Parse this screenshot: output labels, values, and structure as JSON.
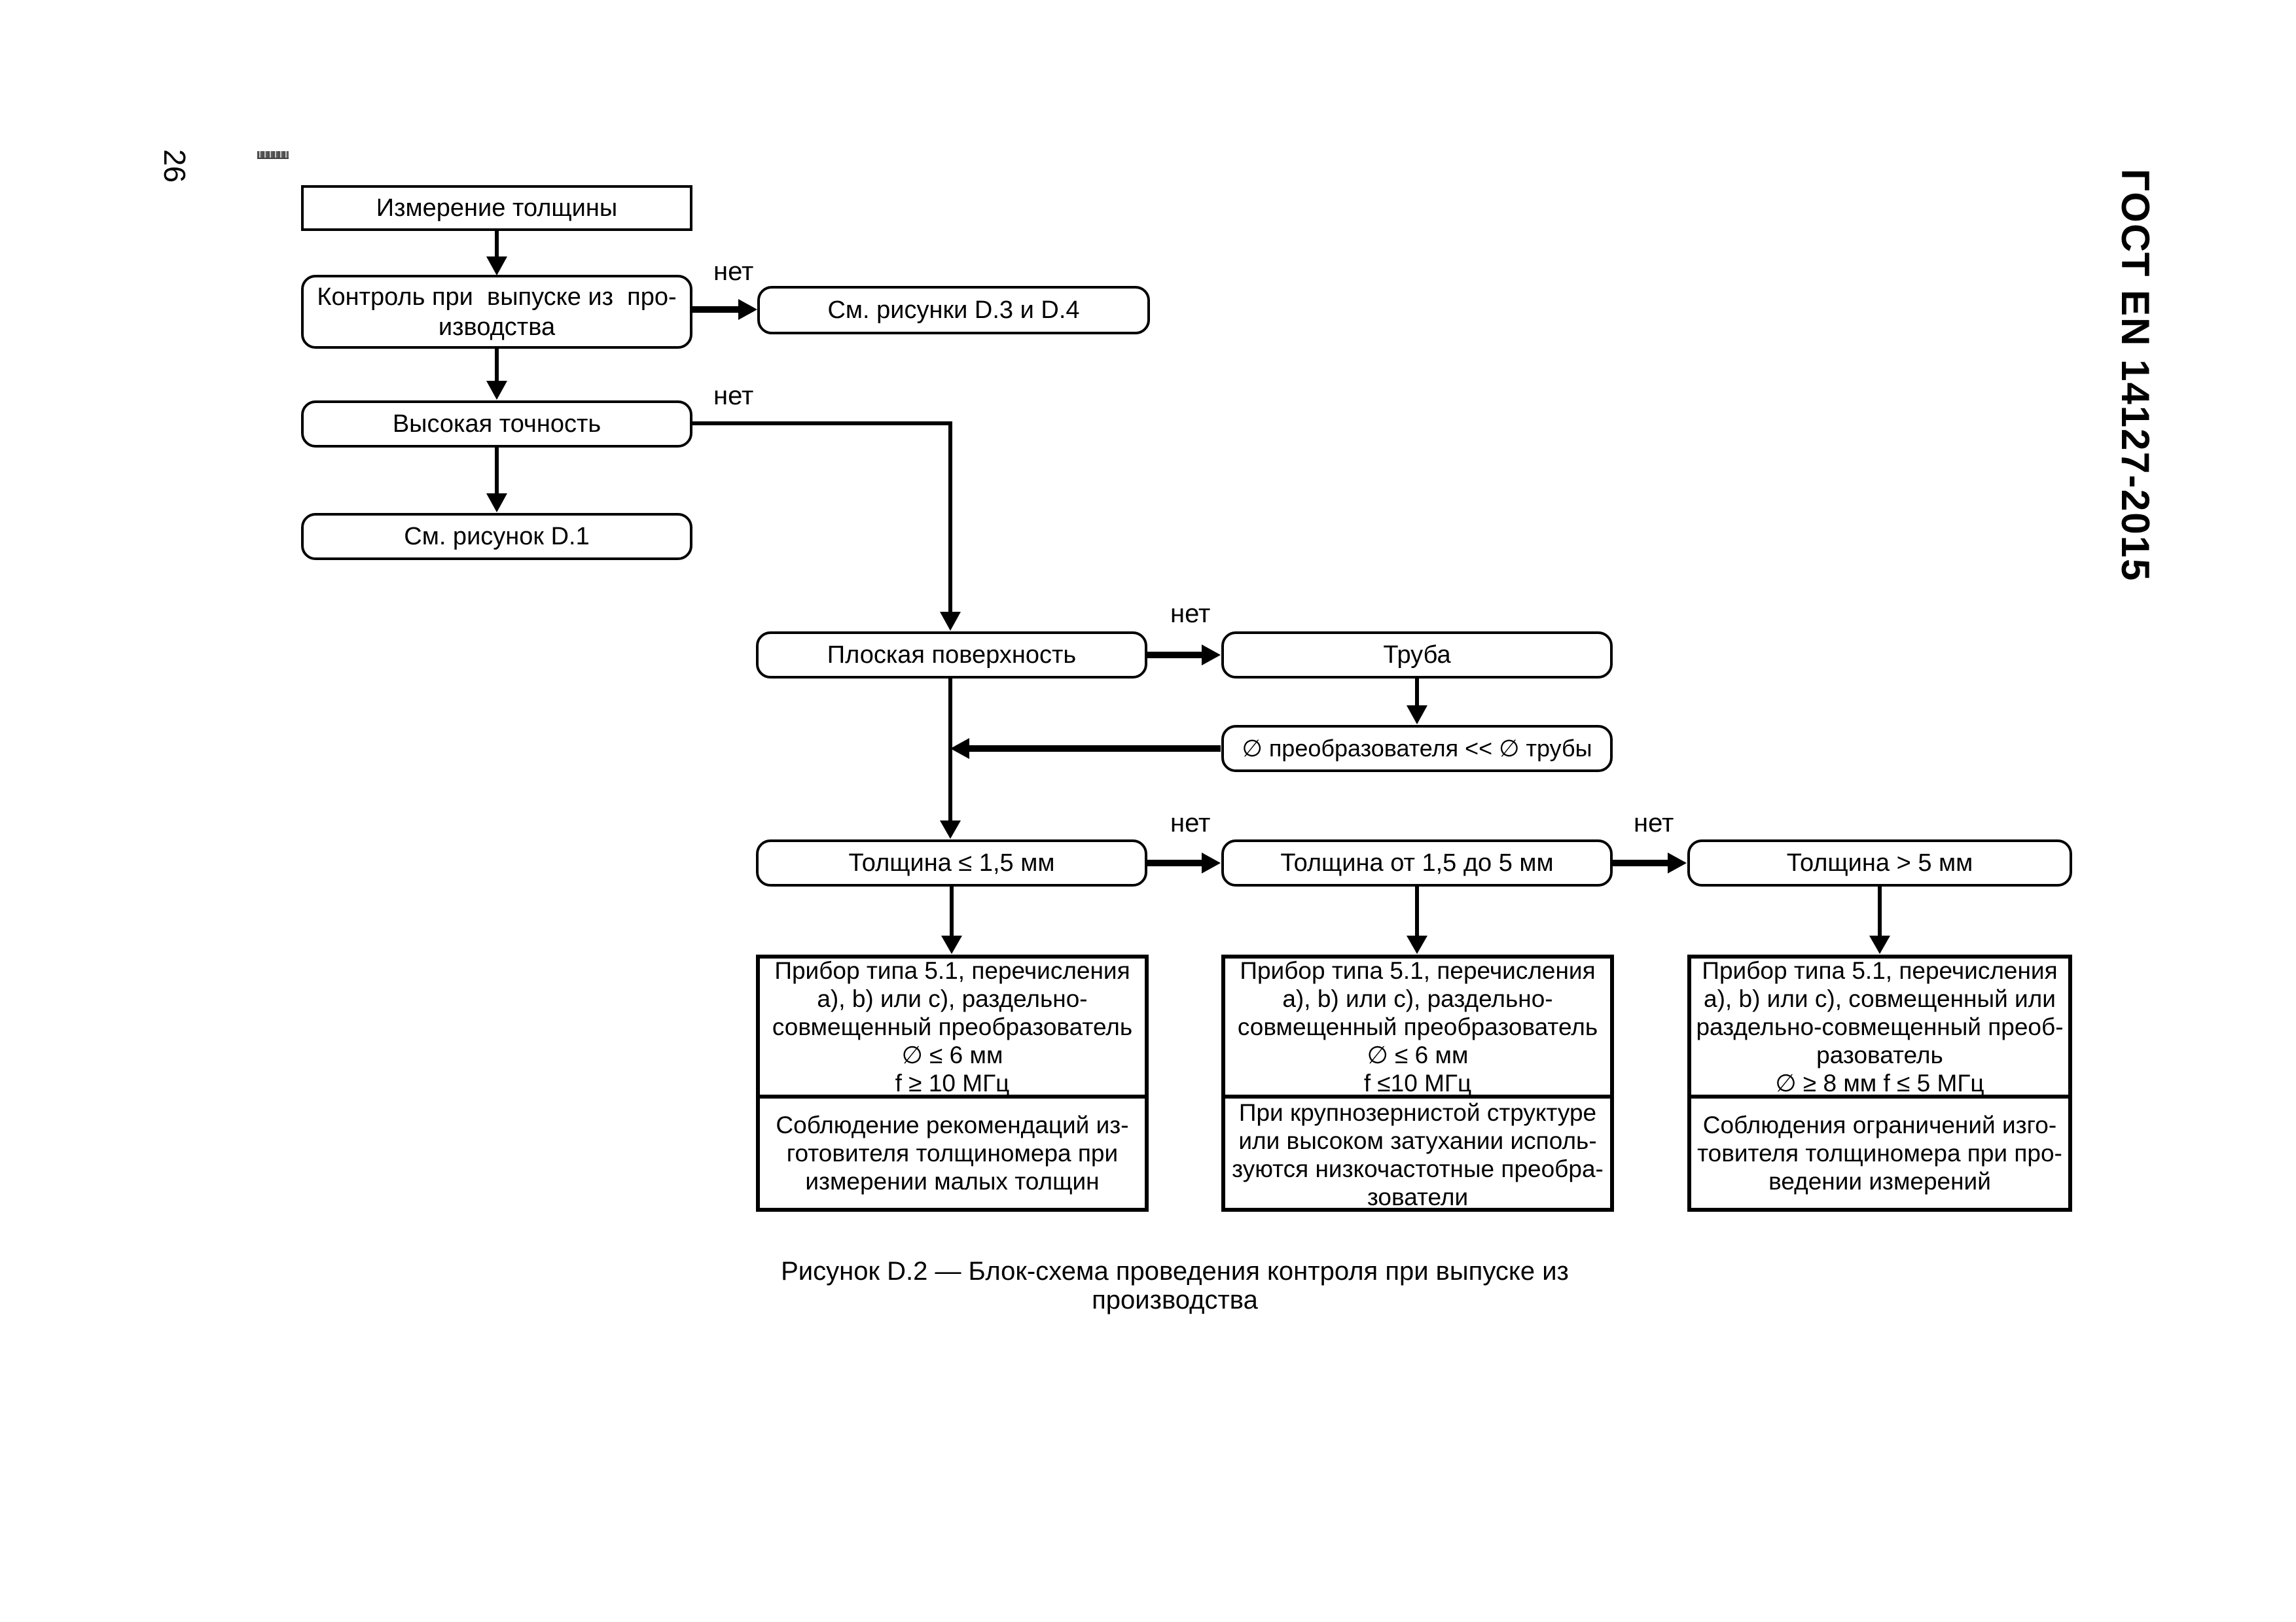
{
  "page": {
    "number": "26",
    "standard_ref": "ГОСТ EN 14127-2015",
    "figure_caption": "Рисунок D.2 — Блок-схема проведения контроля при выпуске из производства"
  },
  "labels": {
    "no": "нет"
  },
  "flowchart": {
    "measure": "Измерение толщины",
    "production_control": "Контроль при  выпуске из  про-\nизводства",
    "see_figures_d3_d4": "См. рисунки D.3 и D.4",
    "high_accuracy": "Высокая точность",
    "see_figure_d1": "См. рисунок D.1",
    "flat_surface": "Плоская поверхность",
    "pipe": "Труба",
    "transducer_diameter": "∅ преобразователя << ∅ трубы",
    "thickness_le_15": "Толщина ≤ 1,5 мм",
    "thickness_15_to_5": "Толщина от 1,5 до 5 мм",
    "thickness_gt_5": "Толщина > 5 мм",
    "device_a_spec": "Прибор типа 5.1, перечисления\nа), b) или с), раздельно-\nсовмещенный преобразователь\n∅ ≤ 6 мм\nf ≥ 10 МГц",
    "device_a_note": "Соблюдение рекомендаций из-\nготовителя толщиномера при\nизмерении малых толщин",
    "device_b_spec": "Прибор типа 5.1, перечисления\nа), b) или с), раздельно-\nсовмещенный преобразователь\n∅ ≤ 6 мм\nf ≤10 МГц",
    "device_b_note": "При крупнозернистой структуре\nили высоком затухании исполь-\nзуются низкочастотные преобра-\nзователи",
    "device_c_spec": "Прибор типа 5.1, перечисления\nа), b) или с), совмещенный или\nраздельно-совмещенный преоб-\nразователь\n∅ ≥ 8 мм f ≤ 5 МГц",
    "device_c_note": "Соблюдения ограничений изго-\nтовителя толщиномера при про-\nведении измерений"
  },
  "colors": {
    "ink": "#000000",
    "paper": "#ffffff"
  }
}
